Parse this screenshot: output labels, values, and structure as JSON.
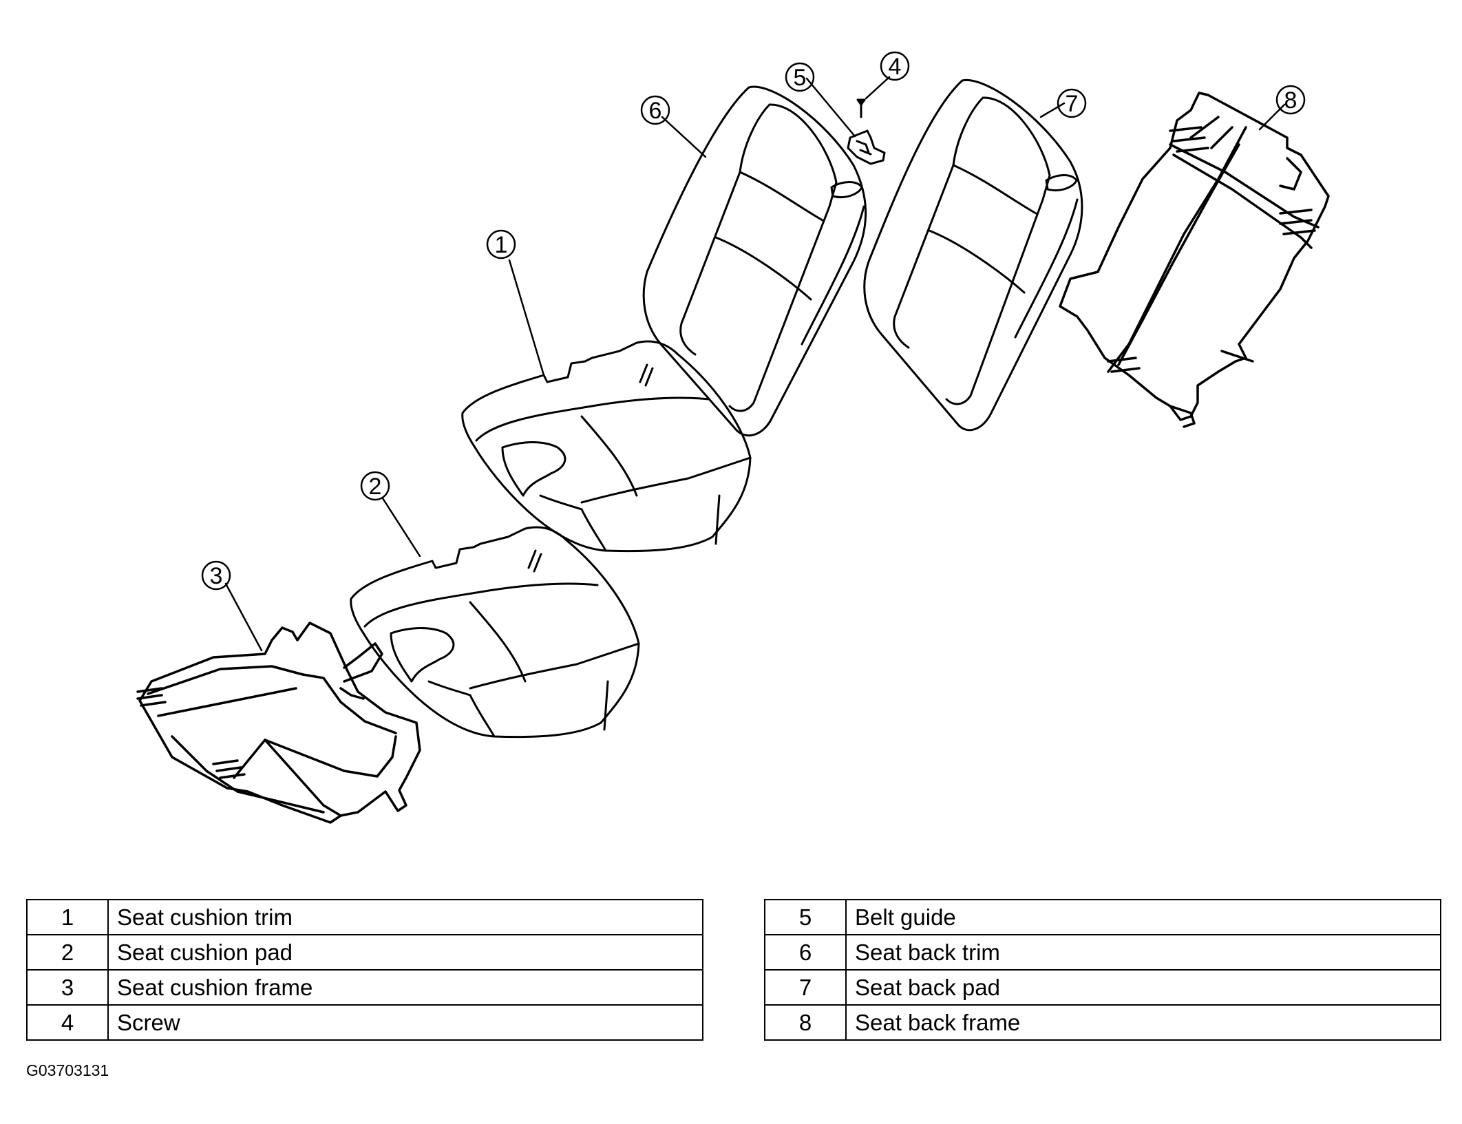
{
  "figure": {
    "id": "G03703131",
    "callouts": [
      "1",
      "2",
      "3",
      "4",
      "5",
      "6",
      "7",
      "8"
    ]
  },
  "legend": {
    "left": [
      {
        "num": "1",
        "name": "Seat cushion trim"
      },
      {
        "num": "2",
        "name": "Seat cushion pad"
      },
      {
        "num": "3",
        "name": "Seat cushion frame"
      },
      {
        "num": "4",
        "name": "Screw"
      }
    ],
    "right": [
      {
        "num": "5",
        "name": "Belt guide"
      },
      {
        "num": "6",
        "name": "Seat back trim"
      },
      {
        "num": "7",
        "name": "Seat back pad"
      },
      {
        "num": "8",
        "name": "Seat back frame"
      }
    ]
  }
}
